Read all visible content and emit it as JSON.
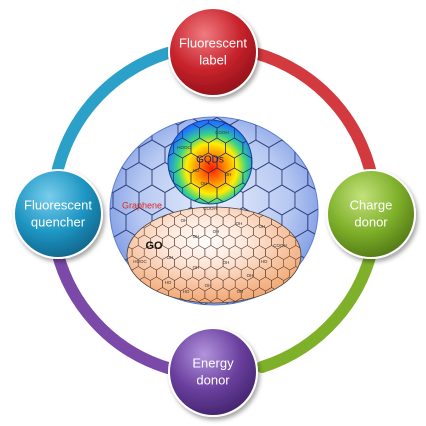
{
  "nodes": {
    "top": {
      "line1": "Fluorescent",
      "line2": "label",
      "color": "#c8232c"
    },
    "left": {
      "line1": "Fluorescent",
      "line2": "quencher",
      "color": "#1e96c3"
    },
    "right": {
      "line1": "Charge",
      "line2": "donor",
      "color": "#7fb02a"
    },
    "bottom": {
      "line1": "Energy",
      "line2": "donor",
      "color": "#6a3f9e"
    }
  },
  "ring": {
    "arcs": {
      "top_right": "#d33a3f",
      "right_bottom": "#7fb02a",
      "bottom_left": "#7b4aa8",
      "left_top": "#2ba0c8"
    }
  },
  "center": {
    "gqds_label": "GQDs",
    "graphene_label": "Graphene",
    "go_label": "GO",
    "graphene_color": "#e0261f",
    "gqds_groups": [
      "COOH",
      "HOOC",
      "OH",
      "OH",
      "HO"
    ],
    "go_groups": [
      "COOH",
      "OH",
      "OH",
      "OH",
      "OH",
      "OH",
      "COOH",
      "HOOC",
      "OH",
      "HO",
      "OH",
      "OH",
      "OH",
      "OH",
      "HO",
      "OH",
      "HO"
    ]
  }
}
